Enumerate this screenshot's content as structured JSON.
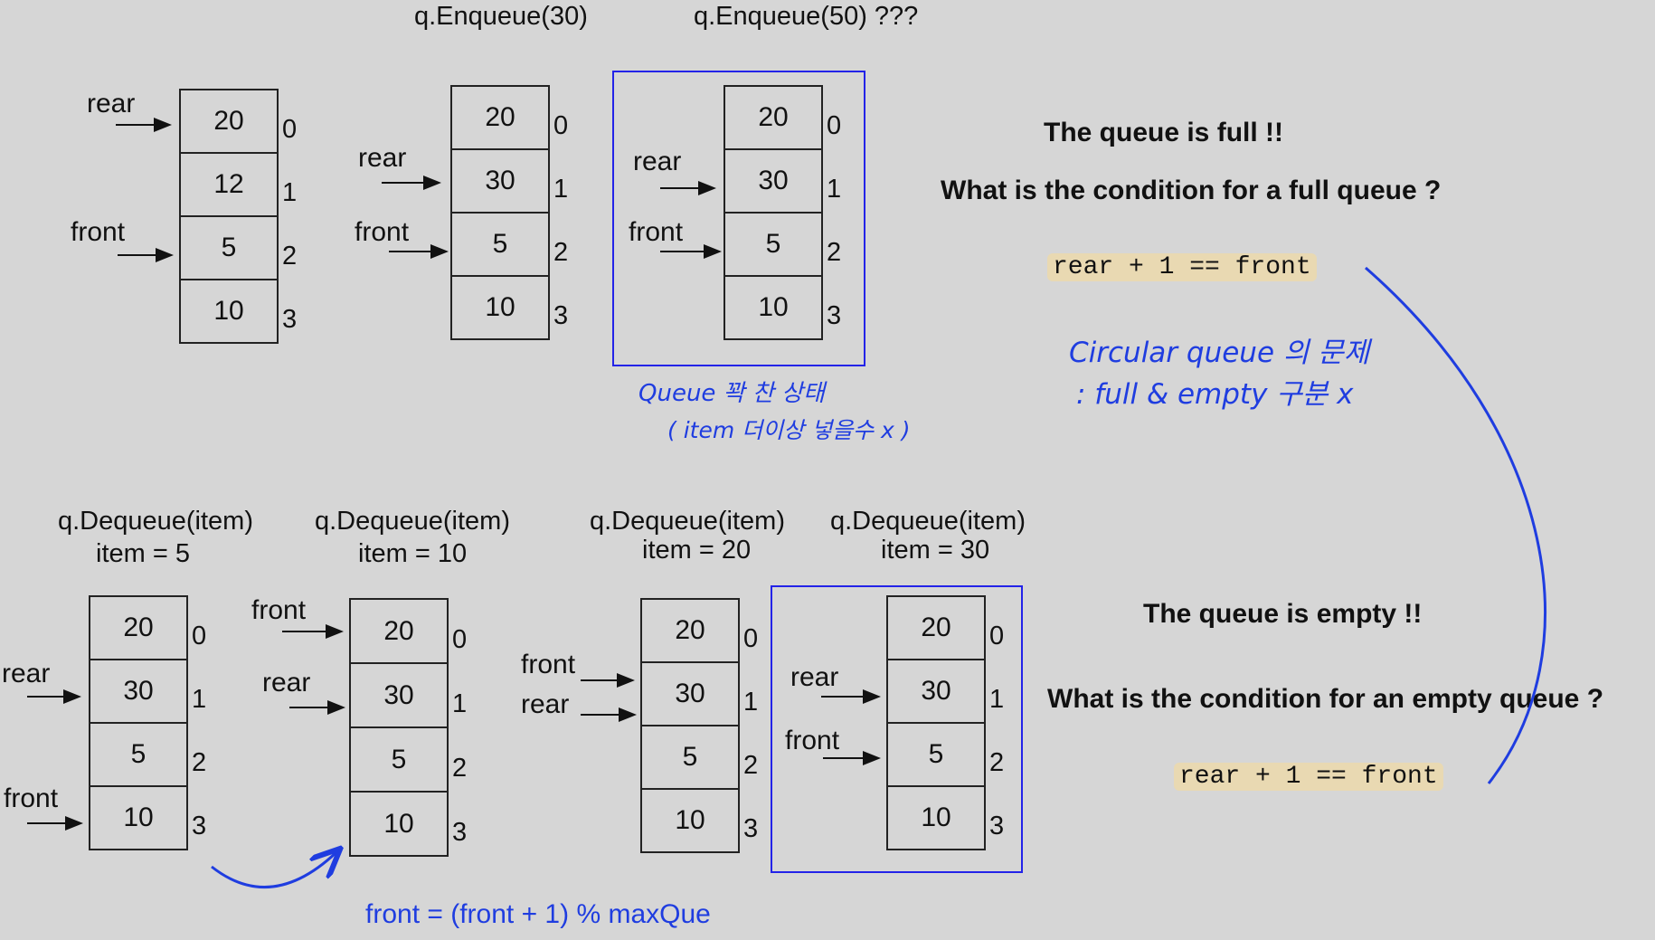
{
  "labels": {
    "enqueue30": "q.Enqueue(30)",
    "enqueue50": "q.Enqueue(50) ???",
    "deq1": "q.Dequeue(item)",
    "deq1_item": "item = 5",
    "deq2": "q.Dequeue(item)",
    "deq2_item": "item = 10",
    "deq3": "q.Dequeue(item)",
    "deq3_item": "item = 20",
    "deq4": "q.Dequeue(item)",
    "deq4_item": "item = 30"
  },
  "pointers": {
    "rear": "rear",
    "front": "front"
  },
  "queue_states": [
    {
      "cells": [
        "20",
        "12",
        "5",
        "10"
      ]
    },
    {
      "cells": [
        "20",
        "30",
        "5",
        "10"
      ]
    },
    {
      "cells": [
        "20",
        "30",
        "5",
        "10"
      ]
    },
    {
      "cells": [
        "20",
        "30",
        "5",
        "10"
      ]
    },
    {
      "cells": [
        "20",
        "30",
        "5",
        "10"
      ]
    },
    {
      "cells": [
        "20",
        "30",
        "5",
        "10"
      ]
    },
    {
      "cells": [
        "20",
        "30",
        "5",
        "10"
      ]
    }
  ],
  "indices": [
    "0",
    "1",
    "2",
    "3"
  ],
  "full": {
    "title": "The queue is full !!",
    "question": "What is the condition for a full queue ?",
    "condition": "rear + 1 == front"
  },
  "empty": {
    "title": "The queue is empty !!",
    "question": "What is the condition for an empty queue ?",
    "condition": "rear + 1 == front"
  },
  "notes": {
    "full_state_line1": "Queue 꽉 찬 상태",
    "full_state_line2": "( item 더이상 넣을수 x )",
    "circular_line1": "Circular queue 의 문제",
    "circular_line2": ": full & empty 구분 x",
    "formula": "front = (front + 1) % maxQue"
  },
  "colors": {
    "accent_blue": "#2323e8",
    "code_highlight": "#e9d9b2"
  }
}
